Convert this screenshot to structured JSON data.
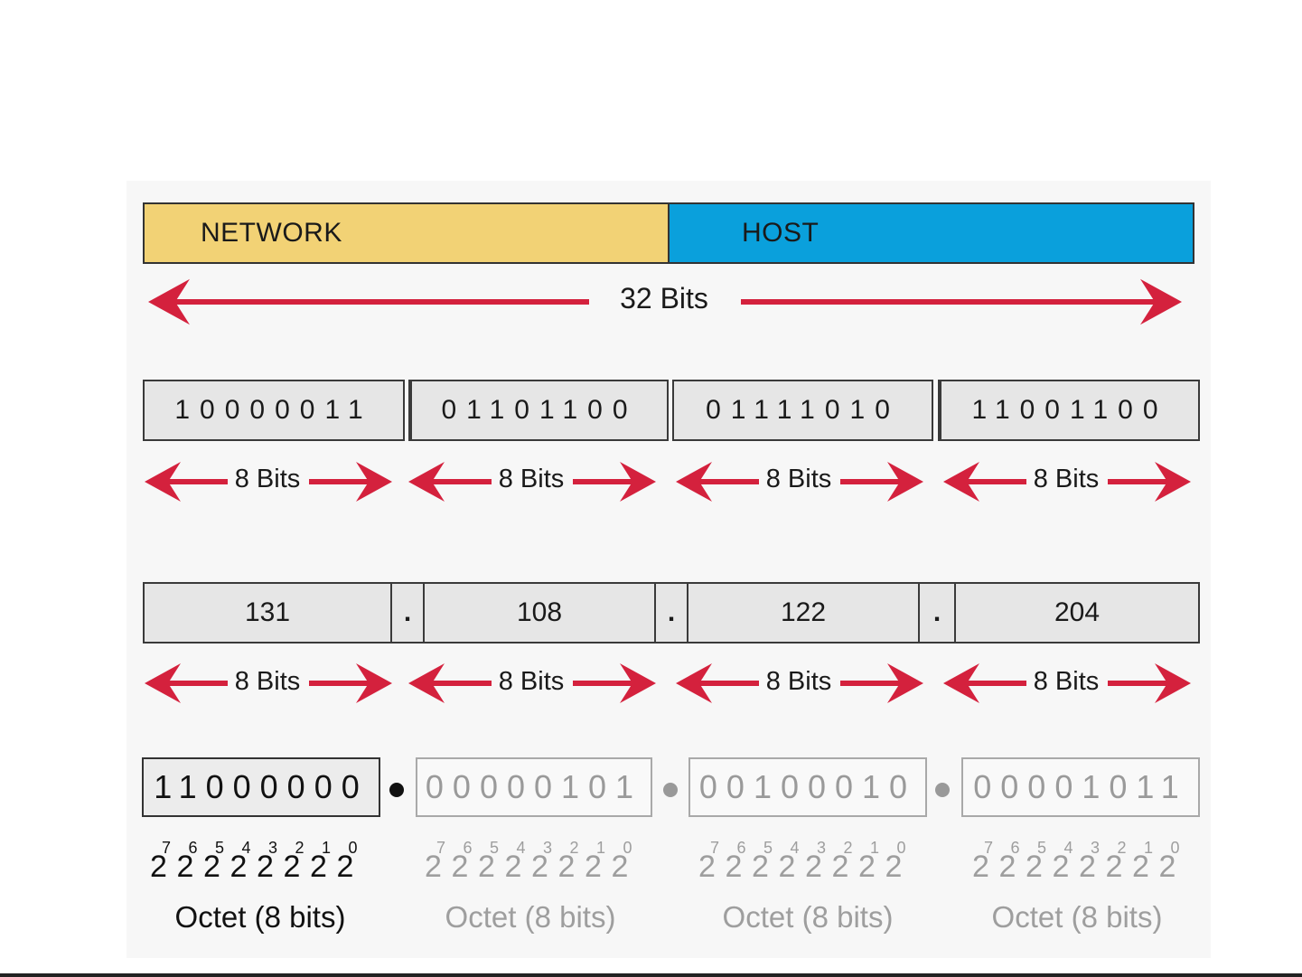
{
  "header_bar": {
    "network_label": "NETWORK",
    "host_label": "HOST",
    "network_color": "#f2d275",
    "host_color": "#0aa0dc"
  },
  "total_bits_label": "32 Bits",
  "arrow_color": "#d4213d",
  "binary_row": [
    "10000011",
    "01101100",
    "01111010",
    "11001100"
  ],
  "binary_row_bits_label": "8 Bits",
  "decimal_row": {
    "values": [
      "131",
      "108",
      "122",
      "204"
    ],
    "separator": "."
  },
  "decimal_row_bits_label": "8 Bits",
  "octet_row": {
    "values": [
      "11000000",
      "00000101",
      "00100010",
      "00001011"
    ],
    "active_index": 0
  },
  "powers": {
    "base": "2",
    "exponents": [
      "7",
      "6",
      "5",
      "4",
      "3",
      "2",
      "1",
      "0"
    ]
  },
  "octet_label": "Octet (8 bits)"
}
